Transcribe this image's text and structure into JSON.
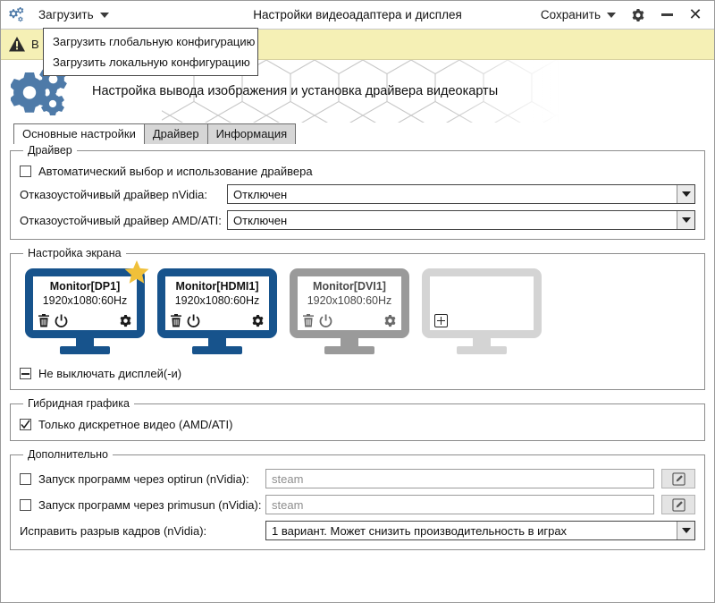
{
  "titlebar": {
    "app_icon": "gears-icon",
    "load_menu_label": "Загрузить",
    "title": "Настройки видеоадаптера и дисплея",
    "save_menu_label": "Сохранить",
    "settings_icon": "gear-icon",
    "minimize_icon": "minimize-icon",
    "close_icon": "close-icon"
  },
  "dropdown": {
    "items": [
      {
        "label": "Загрузить глобальную конфигурацию"
      },
      {
        "label": "Загрузить локальную конфигурацию"
      }
    ]
  },
  "warning": {
    "icon": "warning-triangle-icon",
    "text": "В"
  },
  "banner": {
    "icon": "gears-icon",
    "title": "Настройка вывода изображения и установка драйвера видеокарты"
  },
  "tabs": [
    {
      "label": "Основные настройки",
      "active": true
    },
    {
      "label": "Драйвер",
      "active": false
    },
    {
      "label": "Информация",
      "active": false
    }
  ],
  "driver_group": {
    "legend": "Драйвер",
    "auto_checkbox": {
      "label": "Автоматический выбор и использование драйвера",
      "state": "unchecked"
    },
    "nvidia": {
      "label": "Отказоустойчивый драйвер nVidia:",
      "value": "Отключен"
    },
    "amd": {
      "label": "Отказоустойчивый драйвер AMD/ATI:",
      "value": "Отключен"
    }
  },
  "screen_group": {
    "legend": "Настройка экрана",
    "monitors": [
      {
        "name": "Monitor[DP1]",
        "resolution": "1920x1080:60Hz",
        "state": "active",
        "primary": true,
        "icons": [
          "trash-icon",
          "power-icon",
          "gear-icon"
        ]
      },
      {
        "name": "Monitor[HDMI1]",
        "resolution": "1920x1080:60Hz",
        "state": "active",
        "primary": false,
        "icons": [
          "trash-icon",
          "power-icon",
          "gear-icon"
        ]
      },
      {
        "name": "Monitor[DVI1]",
        "resolution": "1920x1080:60Hz",
        "state": "disabled",
        "primary": false,
        "icons": [
          "trash-icon",
          "power-icon",
          "gear-icon"
        ]
      },
      {
        "name": "",
        "resolution": "",
        "state": "empty",
        "primary": false,
        "icons": [
          "plus-icon"
        ]
      }
    ],
    "keep_on_checkbox": {
      "label": "Не выключать дисплей(-и)",
      "state": "indeterminate"
    }
  },
  "hybrid_group": {
    "legend": "Гибридная графика",
    "discrete_checkbox": {
      "label": "Только дискретное видео (AMD/ATI)",
      "state": "checked"
    }
  },
  "additional_group": {
    "legend": "Дополнительно",
    "optirun": {
      "label": "Запуск программ через optirun (nVidia):",
      "state": "unchecked",
      "placeholder": "steam",
      "value": "",
      "edit_icon": "pencil-edit-icon"
    },
    "primusun": {
      "label": "Запуск программ через primusun (nVidia):",
      "state": "unchecked",
      "placeholder": "steam",
      "value": "",
      "edit_icon": "pencil-edit-icon"
    },
    "tearfix": {
      "label": "Исправить разрыв кадров (nVidia):",
      "value": "1 вариант. Может снизить производительность в играх"
    }
  },
  "colors": {
    "accent_blue": "#17538c",
    "gear_blue": "#4e7aa8",
    "warning_bg": "#f5f0b5",
    "star_yellow": "#f0c03a",
    "disabled_gray": "#9a9a9a",
    "empty_gray": "#d4d4d4"
  }
}
